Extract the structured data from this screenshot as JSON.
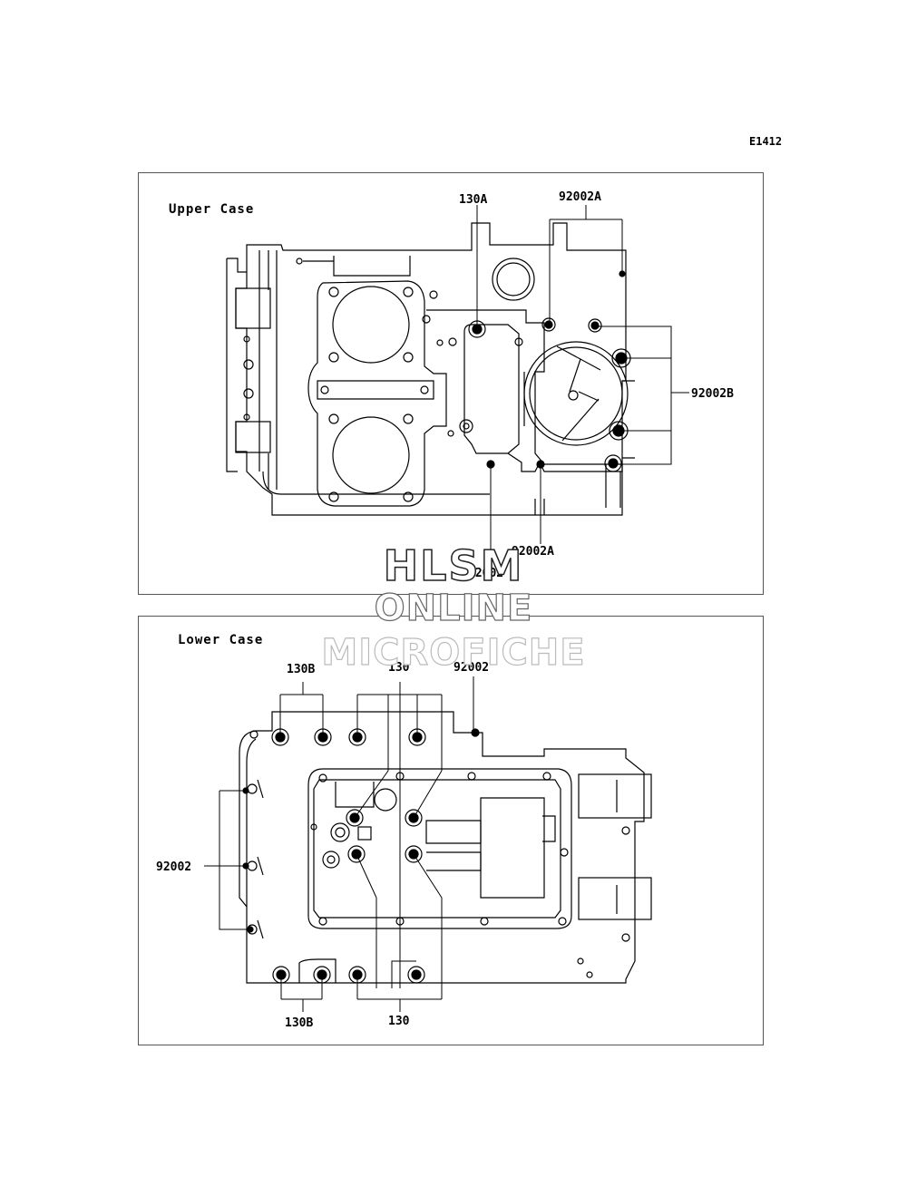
{
  "page_id": "E1412",
  "upper_panel": {
    "title": "Upper Case",
    "callouts": {
      "c130A": "130A",
      "c92002A_top": "92002A",
      "c92002B": "92002B",
      "c92002A_bottom": "92002A",
      "c92002_bottom": "92002"
    }
  },
  "lower_panel": {
    "title": "Lower Case",
    "callouts": {
      "c130B_top": "130B",
      "c130_top": "130",
      "c92002_top": "92002",
      "c92002_left": "92002",
      "c130B_bottom": "130B",
      "c130_bottom": "130"
    }
  },
  "watermark": {
    "line1": "HLSM",
    "line2": "ONLINE",
    "line3": "MICROFICHE"
  }
}
